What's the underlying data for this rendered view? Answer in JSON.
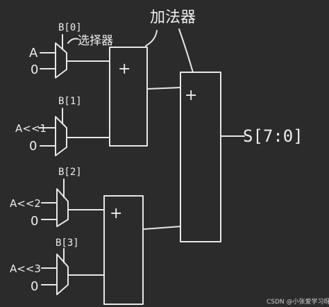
{
  "labels": {
    "adder": "加法器",
    "selector": "选择器",
    "output": "S[7:0]",
    "plus": "+"
  },
  "rows": [
    {
      "input": "A",
      "zero": "0",
      "sel": "B[0]"
    },
    {
      "input": "A<<1",
      "zero": "0",
      "sel": "B[1]"
    },
    {
      "input": "A<<2",
      "zero": "0",
      "sel": "B[2]"
    },
    {
      "input": "A<<3",
      "zero": "0",
      "sel": "B[3]"
    }
  ],
  "watermark": "CSDN @小张爱学习呀"
}
